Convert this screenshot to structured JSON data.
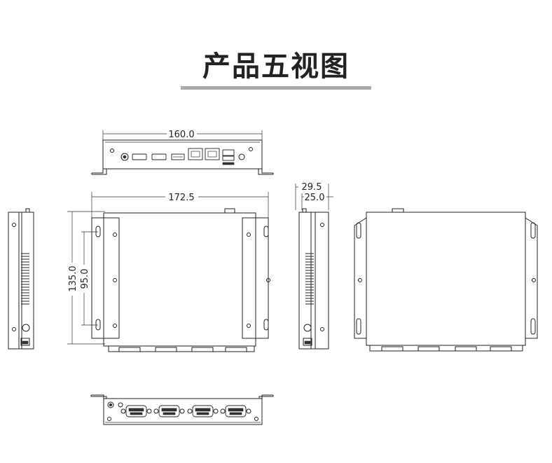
{
  "title": "产品五视图",
  "dimensions": {
    "front_width": "160.0",
    "top_width": "172.5",
    "overall_height": "135.0",
    "mount_spacing": "95.0",
    "depth_overall": "29.5",
    "depth_body": "25.0"
  },
  "colors": {
    "line": "#222222",
    "underline": "#a9a9a9",
    "background": "#ffffff"
  }
}
